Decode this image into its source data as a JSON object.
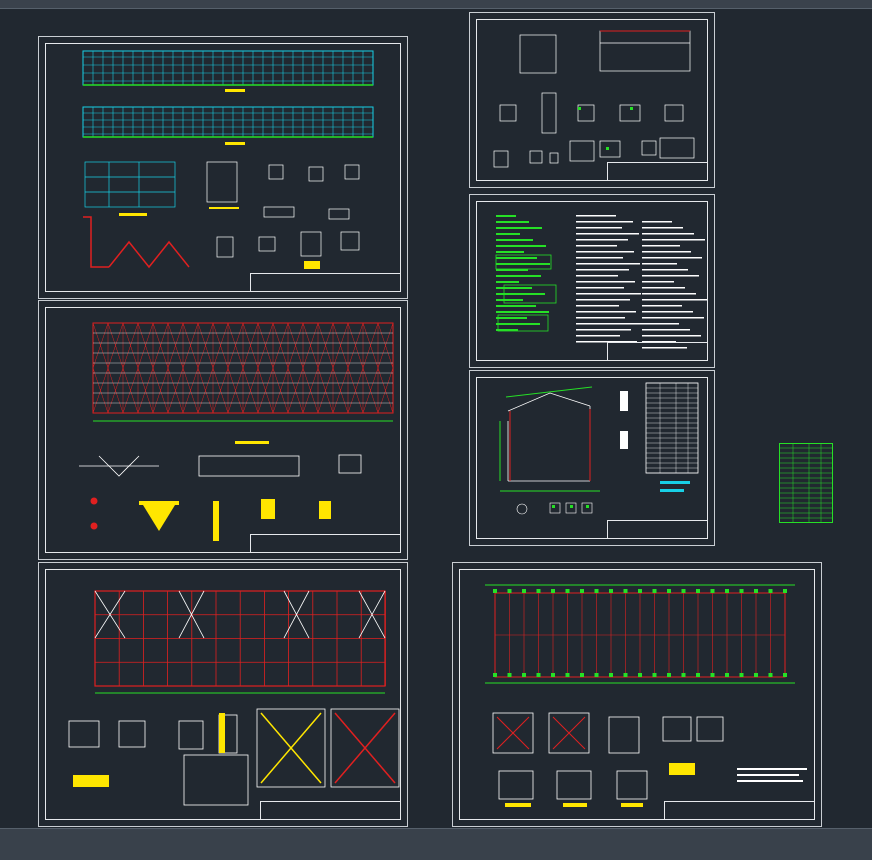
{
  "viewport": {
    "background": "#212830"
  },
  "colors": {
    "frame": "#e6e9ec",
    "grid_red": "#e02020",
    "cyan": "#18d0e6",
    "green": "#26e026",
    "yellow": "#ffe600",
    "white": "#ffffff",
    "gray": "#a8a8a8"
  },
  "sheets": [
    {
      "id": "sheet-elevations",
      "kind": "elevations"
    },
    {
      "id": "sheet-roof-bracing",
      "kind": "roof-bracing"
    },
    {
      "id": "sheet-column-bracing",
      "kind": "column-bracing"
    },
    {
      "id": "sheet-details-top",
      "kind": "details"
    },
    {
      "id": "sheet-notes",
      "kind": "notes"
    },
    {
      "id": "sheet-portal-frame",
      "kind": "frame"
    },
    {
      "id": "sheet-foundation",
      "kind": "foundation"
    }
  ],
  "legend_table": {
    "id": "detached-table",
    "color": "#26e026"
  }
}
